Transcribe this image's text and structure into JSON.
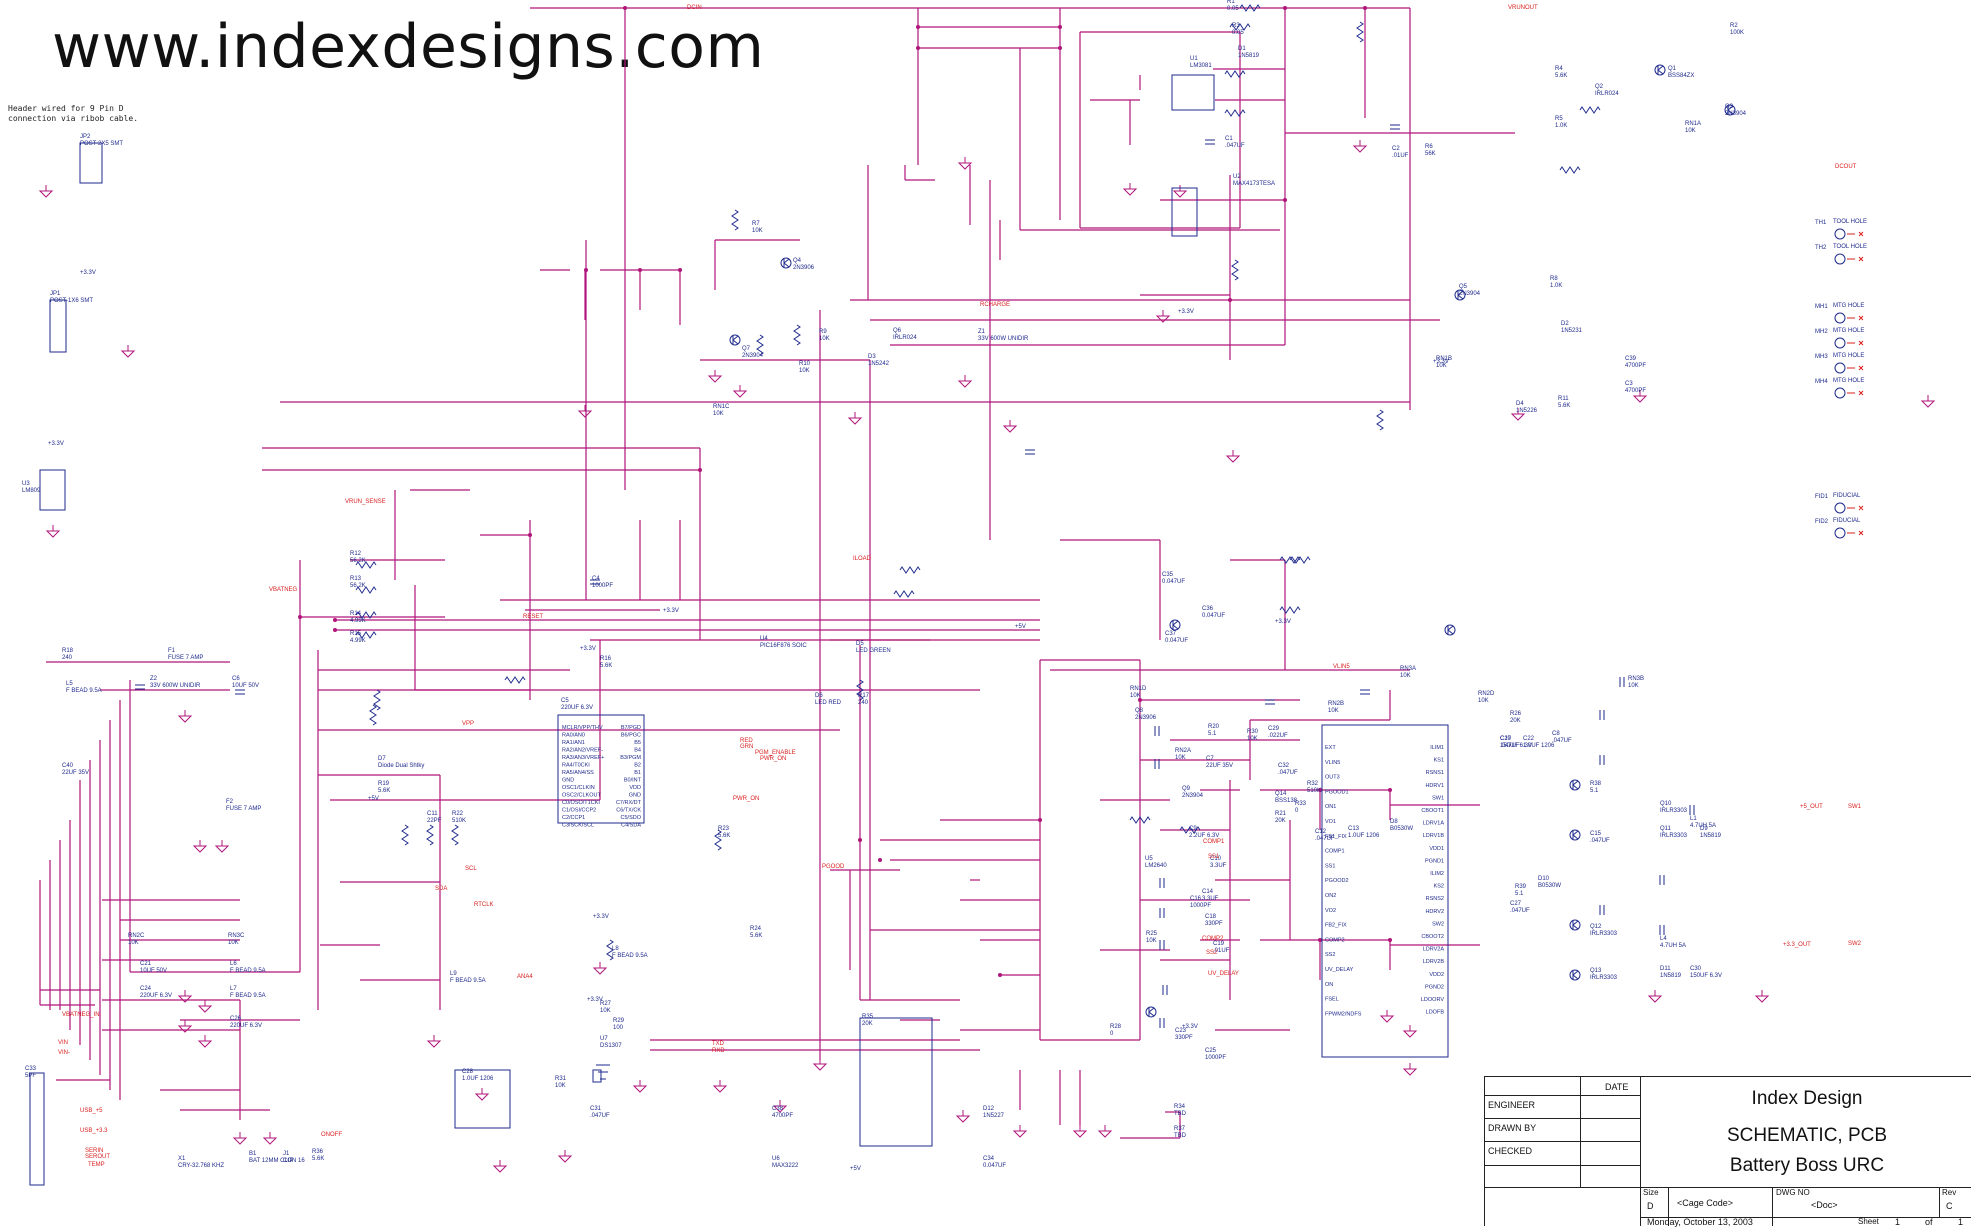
{
  "website": "www.indexdesigns.com",
  "note_lines": [
    "Header wired for 9 Pin D",
    "connection via ribob cable."
  ],
  "colors": {
    "wire": "#b0157a",
    "net": "#d81f1f",
    "part": "#1f2a8c",
    "ink": "#111111"
  },
  "nets": [
    {
      "text": "DCIN"
    },
    {
      "text": "VRUNOUT"
    },
    {
      "text": "DCOUT"
    },
    {
      "text": "RCHARGE"
    },
    {
      "text": "VRUN_SENSE"
    },
    {
      "text": "ILOAD"
    },
    {
      "text": "VBATNEG"
    },
    {
      "text": "RESET"
    },
    {
      "text": "VPP"
    },
    {
      "text": "+5_OUT"
    },
    {
      "text": "+3.3_OUT"
    },
    {
      "text": "PWR_ON"
    },
    {
      "text": "PGOOD"
    },
    {
      "text": "SCL"
    },
    {
      "text": "SDA"
    },
    {
      "text": "RTCLK"
    },
    {
      "text": "ANA4"
    },
    {
      "text": "VBATNEG_IN"
    },
    {
      "text": "VIN"
    },
    {
      "text": "VIN-"
    },
    {
      "text": "USB_+5"
    },
    {
      "text": "USB_+3.3"
    },
    {
      "text": "SERIN"
    },
    {
      "text": "SEROUT"
    },
    {
      "text": "ONOFF"
    },
    {
      "text": "TEMP"
    },
    {
      "text": "COMP1"
    },
    {
      "text": "COMP2"
    },
    {
      "text": "SS1"
    },
    {
      "text": "SS2"
    },
    {
      "text": "UV_DELAY"
    },
    {
      "text": "VLIN5"
    },
    {
      "text": "SW1"
    },
    {
      "text": "SW2"
    },
    {
      "text": "TXD"
    },
    {
      "text": "RXD"
    },
    {
      "text": "RED"
    },
    {
      "text": "GRN"
    },
    {
      "text": "PGM_ENABLE"
    },
    {
      "text": "PWR_ON"
    }
  ],
  "parts": [
    {
      "ref": "R1",
      "val": "0.05"
    },
    {
      "ref": "R3",
      "val": "0.05"
    },
    {
      "ref": "D1",
      "val": "1N5819"
    },
    {
      "ref": "U1",
      "val": "LM3081"
    },
    {
      "ref": "R4",
      "val": "5.6K"
    },
    {
      "ref": "R5",
      "val": "1.0K"
    },
    {
      "ref": "Q2",
      "val": "IRLR024"
    },
    {
      "ref": "R2",
      "val": "100K"
    },
    {
      "ref": "Q1",
      "val": "BSS84ZX"
    },
    {
      "ref": "Q3",
      "val": "2N3904"
    },
    {
      "ref": "RN1A",
      "val": "10K"
    },
    {
      "ref": "C2",
      "val": ".01UF"
    },
    {
      "ref": "R6",
      "val": "56K"
    },
    {
      "ref": "C1",
      "val": ".047UF"
    },
    {
      "ref": "U2",
      "val": "MAX4173TESA"
    },
    {
      "ref": "R7",
      "val": "10K"
    },
    {
      "ref": "Q4",
      "val": "2N3906"
    },
    {
      "ref": "Q5",
      "val": "2N3904"
    },
    {
      "ref": "R8",
      "val": "1.0K"
    },
    {
      "ref": "D2",
      "val": "1N5231"
    },
    {
      "ref": "RN1B",
      "val": "10K"
    },
    {
      "ref": "D4",
      "val": "1N5226"
    },
    {
      "ref": "R11",
      "val": "5.6K"
    },
    {
      "ref": "R9",
      "val": "10K"
    },
    {
      "ref": "Q6",
      "val": "IRLR024"
    },
    {
      "ref": "Z1",
      "val": "33V 600W UNIDIR"
    },
    {
      "ref": "R10",
      "val": "10K"
    },
    {
      "ref": "D3",
      "val": "1N5242"
    },
    {
      "ref": "Q7",
      "val": "2N3904"
    },
    {
      "ref": "RN1C",
      "val": "10K"
    },
    {
      "ref": "JP2",
      "val": "POST-2X5 SMT"
    },
    {
      "ref": "JP1",
      "val": "POST-1X6 SMT"
    },
    {
      "ref": "U3",
      "val": "LM809"
    },
    {
      "ref": "R12",
      "val": "56.2K"
    },
    {
      "ref": "R13",
      "val": "56.2K"
    },
    {
      "ref": "R14",
      "val": "4.99K"
    },
    {
      "ref": "R15",
      "val": "4.99K"
    },
    {
      "ref": "C4",
      "val": "1000PF"
    },
    {
      "ref": "R16",
      "val": "5.6K"
    },
    {
      "ref": "C5",
      "val": "220UF 6.3V"
    },
    {
      "ref": "U4",
      "val": "PIC16F876 SOIC"
    },
    {
      "ref": "D5",
      "val": "LED GREEN"
    },
    {
      "ref": "D6",
      "val": "LED RED"
    },
    {
      "ref": "R17",
      "val": "240"
    },
    {
      "ref": "R18",
      "val": "240"
    },
    {
      "ref": "F1",
      "val": "FUSE 7 AMP"
    },
    {
      "ref": "L5",
      "val": "F BEAD 9.5A"
    },
    {
      "ref": "Z2",
      "val": "33V 600W UNIDIR"
    },
    {
      "ref": "C6",
      "val": "10UF 50V"
    },
    {
      "ref": "C40",
      "val": "22UF 35V"
    },
    {
      "ref": "F2",
      "val": "FUSE 7 AMP"
    },
    {
      "ref": "D7",
      "val": "Diode Dual Shtky"
    },
    {
      "ref": "R19",
      "val": "5.6K"
    },
    {
      "ref": "C11",
      "val": "22PF"
    },
    {
      "ref": "R22",
      "val": "510K"
    },
    {
      "ref": "R23",
      "val": "5.6K"
    },
    {
      "ref": "R24",
      "val": "5.6K"
    },
    {
      "ref": "RN2C",
      "val": "10K"
    },
    {
      "ref": "RN3C",
      "val": "10K"
    },
    {
      "ref": "C21",
      "val": "10UF 50V"
    },
    {
      "ref": "L6",
      "val": "F BEAD 9.5A"
    },
    {
      "ref": "C24",
      "val": "220UF 6.3V"
    },
    {
      "ref": "L7",
      "val": "F BEAD 9.5A"
    },
    {
      "ref": "C26",
      "val": "220UF 6.3V"
    },
    {
      "ref": "L8",
      "val": "F BEAD 9.5A"
    },
    {
      "ref": "L9",
      "val": "F BEAD 9.5A"
    },
    {
      "ref": "R27",
      "val": "10K"
    },
    {
      "ref": "R29",
      "val": "100"
    },
    {
      "ref": "C28",
      "val": "1.0UF 1206"
    },
    {
      "ref": "R31",
      "val": "10K"
    },
    {
      "ref": "C31",
      "val": ".047UF"
    },
    {
      "ref": "U7",
      "val": "DS1307"
    },
    {
      "ref": "C33",
      "val": "5PF"
    },
    {
      "ref": "X1",
      "val": "CRY-32.768 KHZ"
    },
    {
      "ref": "B1",
      "val": "BAT 12MM CLIP"
    },
    {
      "ref": "J1",
      "val": "CON 16"
    },
    {
      "ref": "R36",
      "val": "5.6K"
    },
    {
      "ref": "R35",
      "val": "20K"
    },
    {
      "ref": "C38",
      "val": "4700PF"
    },
    {
      "ref": "D12",
      "val": "1N5227"
    },
    {
      "ref": "U6",
      "val": "MAX3222"
    },
    {
      "ref": "C34",
      "val": "0.047UF"
    },
    {
      "ref": "C35",
      "val": "0.047UF"
    },
    {
      "ref": "C36",
      "val": "0.047UF"
    },
    {
      "ref": "C37",
      "val": "0.047UF"
    },
    {
      "ref": "RN1D",
      "val": "10K"
    },
    {
      "ref": "Q8",
      "val": "2N3906"
    },
    {
      "ref": "RN2A",
      "val": "10K"
    },
    {
      "ref": "Q9",
      "val": "2N3904"
    },
    {
      "ref": "RN2B",
      "val": "10K"
    },
    {
      "ref": "RN2D",
      "val": "10K"
    },
    {
      "ref": "RN3A",
      "val": "10K"
    },
    {
      "ref": "RN3B",
      "val": "10K"
    },
    {
      "ref": "C8",
      "val": ".047UF"
    },
    {
      "ref": "R20",
      "val": "5.1"
    },
    {
      "ref": "C7",
      "val": "22UF 35V"
    },
    {
      "ref": "C9",
      "val": "2.2UF 6.3V"
    },
    {
      "ref": "U5",
      "val": "LM2640"
    },
    {
      "ref": "C10",
      "val": "3.3UF"
    },
    {
      "ref": "C14",
      "val": "3.3UF"
    },
    {
      "ref": "C18",
      "val": "330PF"
    },
    {
      "ref": "C16",
      "val": "1000PF"
    },
    {
      "ref": "R25",
      "val": "10K"
    },
    {
      "ref": "C19",
      "val": ".01UF"
    },
    {
      "ref": "R28",
      "val": "0"
    },
    {
      "ref": "C23",
      "val": "330PF"
    },
    {
      "ref": "C25",
      "val": "1000PF"
    },
    {
      "ref": "R30",
      "val": "10K"
    },
    {
      "ref": "C29",
      "val": ".022UF"
    },
    {
      "ref": "C32",
      "val": ".047UF"
    },
    {
      "ref": "Q14",
      "val": "BSS138"
    },
    {
      "ref": "R32",
      "val": "510K"
    },
    {
      "ref": "R33",
      "val": "0"
    },
    {
      "ref": "R21",
      "val": "20K"
    },
    {
      "ref": "C12",
      "val": ".047UF"
    },
    {
      "ref": "C13",
      "val": "1.0UF 1206"
    },
    {
      "ref": "D8",
      "val": "B0530W"
    },
    {
      "ref": "R38",
      "val": "5.1"
    },
    {
      "ref": "C15",
      "val": ".047UF"
    },
    {
      "ref": "Q10",
      "val": "IRLR3303"
    },
    {
      "ref": "Q11",
      "val": "IRLR3303"
    },
    {
      "ref": "L1",
      "val": "4.7UH 5A"
    },
    {
      "ref": "D9",
      "val": "1N5819"
    },
    {
      "ref": "C17",
      "val": "150UF 6.3V"
    },
    {
      "ref": "R26",
      "val": "20K"
    },
    {
      "ref": "C20",
      "val": ".047UF"
    },
    {
      "ref": "C22",
      "val": "1.0UF 1206"
    },
    {
      "ref": "D10",
      "val": "B0530W"
    },
    {
      "ref": "R39",
      "val": "5.1"
    },
    {
      "ref": "C27",
      "val": ".047UF"
    },
    {
      "ref": "Q12",
      "val": "IRLR3303"
    },
    {
      "ref": "Q13",
      "val": "IRLR3303"
    },
    {
      "ref": "L4",
      "val": "4.7UH 5A"
    },
    {
      "ref": "D11",
      "val": "1N5819"
    },
    {
      "ref": "C30",
      "val": "150UF 6.3V"
    },
    {
      "ref": "R34",
      "val": "TBD"
    },
    {
      "ref": "R37",
      "val": "TBD"
    },
    {
      "ref": "C39",
      "val": "4700PF"
    },
    {
      "ref": "C3",
      "val": "4700PF"
    }
  ],
  "mech": [
    {
      "ref": "TH1",
      "val": "TOOL HOLE"
    },
    {
      "ref": "TH2",
      "val": "TOOL HOLE"
    },
    {
      "ref": "MH1",
      "val": "MTG HOLE"
    },
    {
      "ref": "MH2",
      "val": "MTG HOLE"
    },
    {
      "ref": "MH3",
      "val": "MTG HOLE"
    },
    {
      "ref": "MH4",
      "val": "MTG HOLE"
    },
    {
      "ref": "FID1",
      "val": "FIDUCIAL"
    },
    {
      "ref": "FID2",
      "val": "FIDUCIAL"
    }
  ],
  "u4_pins": [
    "MCLR/VPP/THV",
    "RA0/AN0",
    "RA1/AN1",
    "RA2/AN2/VREF-",
    "RA3/AN3/VREF+",
    "RA4/T0CKI",
    "RA5/AN4/SS",
    "GND",
    "OSC1/CLKIN",
    "OSC2/CLKOUT",
    "C0/OSO/T1CKI",
    "C1/OSI/CCP2",
    "C2/CCP1",
    "C3/SCK/SCL"
  ],
  "u4_pins_r": [
    "B7/PGD",
    "B6/PGC",
    "B5",
    "B4",
    "B3/PGM",
    "B2",
    "B1",
    "B0/INT",
    "VDD",
    "GND",
    "C7/RX/DT",
    "C6/TX/CK",
    "C5/SDO",
    "C4/SDA"
  ],
  "u5_pins_l": [
    "EXT",
    "VLIN5",
    "OUT3",
    "PGOOD1",
    "ON1",
    "VO1",
    "FB1_FIX",
    "COMP1",
    "SS1",
    "PGOOD2",
    "ON2",
    "VO2",
    "FB2_FIX",
    "COMP2",
    "SS2",
    "UV_DELAY",
    "ON",
    "FSEL",
    "FPWM2/NDFS"
  ],
  "u5_pins_r": [
    "ILIM1",
    "KS1",
    "RSNS1",
    "HDRV1",
    "SW1",
    "CBOOT1",
    "LDRV1A",
    "LDRV1B",
    "VDD1",
    "PGND1",
    "ILIM2",
    "KS2",
    "RSNS2",
    "HDRV2",
    "SW2",
    "CBOOT2",
    "LDRV2A",
    "LDRV2B",
    "VDD2",
    "PGND2",
    "LDOORV",
    "LDOFB"
  ],
  "supplies": {
    "v33": "+3.3V",
    "v5": "+5V"
  },
  "title_block": {
    "date_label": "DATE",
    "engineer": "ENGINEER",
    "drawn_by": "DRAWN BY",
    "checked": "CHECKED",
    "company": "Index Design",
    "doc_type": "SCHEMATIC, PCB",
    "project": "Battery Boss URC",
    "size_label": "Size",
    "size": "D",
    "cage": "<Cage Code>",
    "dwg_label": "DWG NO",
    "doc": "<Doc>",
    "rev_label": "Rev",
    "rev": "C",
    "date": "Monday, October 13, 2003",
    "sheet_label": "Sheet",
    "sheet": "1",
    "of": "of",
    "sheets": "1"
  }
}
